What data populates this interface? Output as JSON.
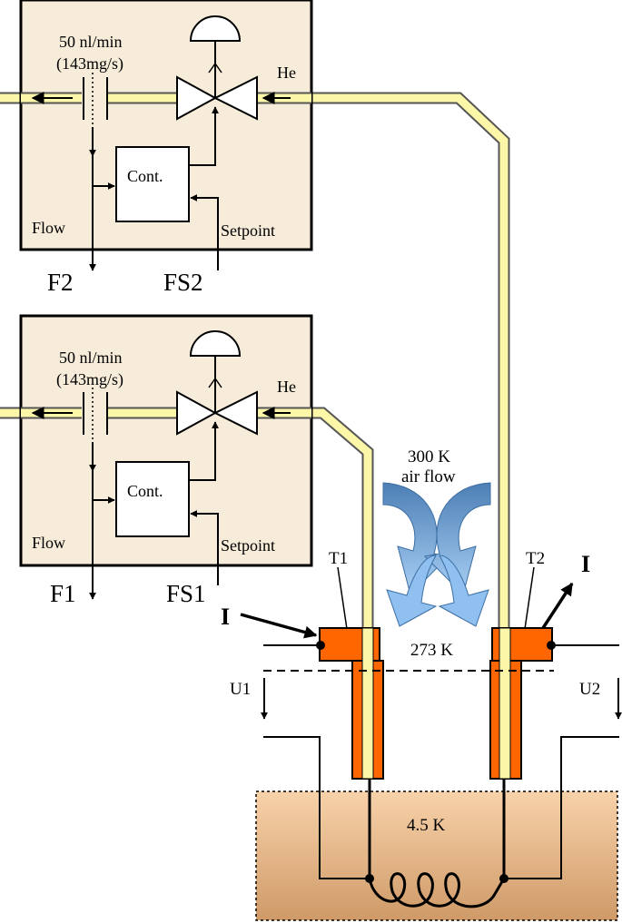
{
  "controller_top": {
    "flow_rate": "50 nl/min",
    "mass_rate": "(143mg/s)",
    "gas": "He",
    "controller": "Cont.",
    "flow_label": "Flow",
    "setpoint_label": "Setpoint",
    "flow_output": "F2",
    "setpoint_input": "FS2"
  },
  "controller_bottom": {
    "flow_rate": "50 nl/min",
    "mass_rate": "(143mg/s)",
    "gas": "He",
    "controller": "Cont.",
    "flow_label": "Flow",
    "setpoint_label": "Setpoint",
    "flow_output": "F1",
    "setpoint_input": "FS1"
  },
  "air_flow": {
    "temperature": "300 K",
    "label": "air flow"
  },
  "leads": {
    "left_sensor": "T1",
    "right_sensor": "T2",
    "current_left": "I",
    "current_right": "I",
    "interface_temperature": "273 K",
    "voltage_left": "U1",
    "voltage_right": "U2"
  },
  "cryostat": {
    "temperature": "4.5 K"
  },
  "colors": {
    "panel": "#f7ecd9",
    "pipe": "#fbf6a8",
    "lead": "#ff6600",
    "bath": "#f4c495",
    "arrow_blue": "#8fb7e0"
  }
}
